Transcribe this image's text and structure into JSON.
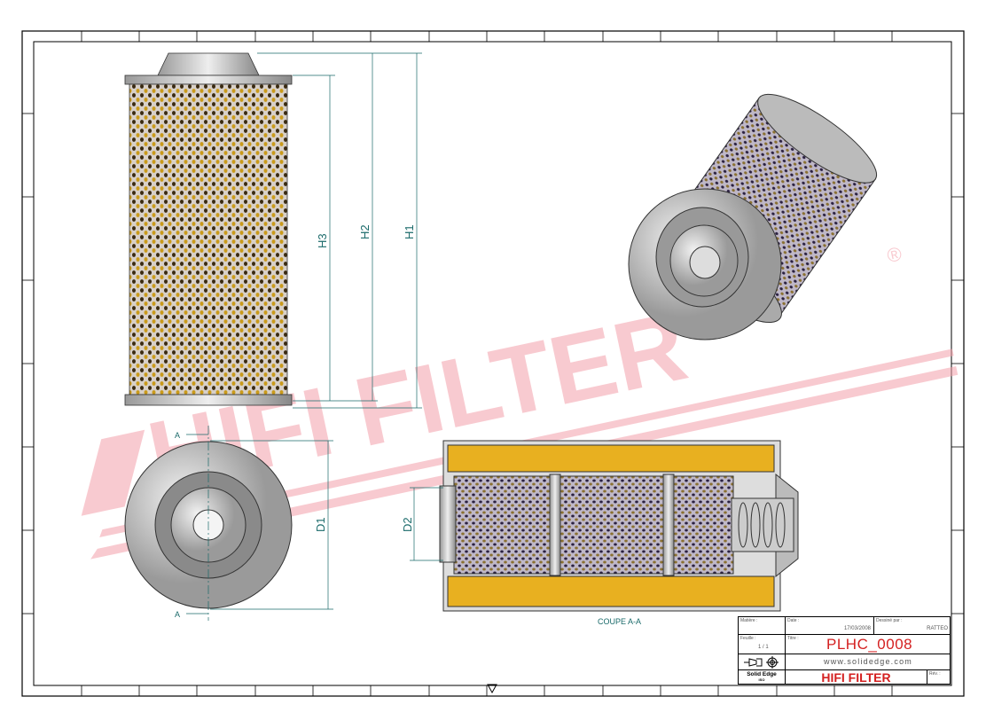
{
  "drawing": {
    "dimensions": {
      "h1": "H1",
      "h2": "H2",
      "h3": "H3",
      "d1": "D1",
      "d2": "D2"
    },
    "section_marker": "A",
    "section_caption": "COUPE A-A",
    "watermark": {
      "text": "HIFI FILTER",
      "registered": "®",
      "color": "#f4a0aa"
    }
  },
  "title_block": {
    "material_label": "Matière :",
    "date_label": "Date :",
    "date": "17/03/2008",
    "drawn_by_label": "Dessiné par :",
    "drawn_by": "RATTEO",
    "sheet_label": "Feuille :",
    "sheet": "1 / 1",
    "title_label": "Titre :",
    "part_number": "PLHC_0008",
    "website": "www.solidedge.com",
    "software": "Solid Edge",
    "software_sub": "ISO",
    "company": "HIFI FILTER",
    "revision_label": "Rév. :",
    "accent_color": "#d42020"
  }
}
